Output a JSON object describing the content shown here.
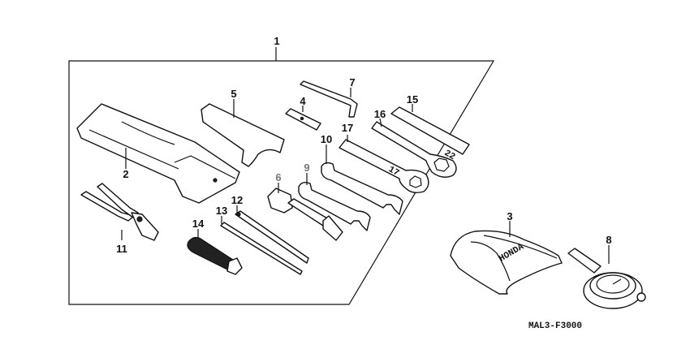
{
  "diagram": {
    "code": "MAL3-F3000",
    "callouts": {
      "p1": "1",
      "p2": "2",
      "p3": "3",
      "p4": "4",
      "p5": "5",
      "p6": "6",
      "p7": "7",
      "p8": "8",
      "p9": "9",
      "p10": "10",
      "p11": "11",
      "p12": "12",
      "p13": "13",
      "p14": "14",
      "p15": "15",
      "p16": "16",
      "p17": "17"
    },
    "stamps": {
      "wrench_a": "17",
      "wrench_b": "22",
      "pouch_brand": "HONDA"
    }
  }
}
